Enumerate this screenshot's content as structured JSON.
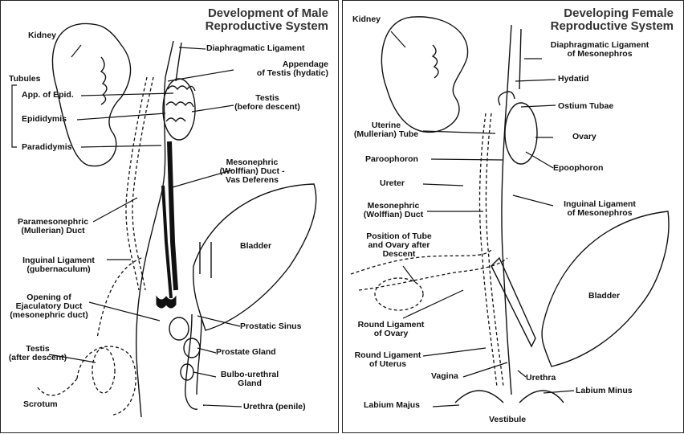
{
  "male": {
    "title_line1": "Development of Male",
    "title_line2": "Reproductive System",
    "labels": {
      "kidney": "Kidney",
      "diaphragmatic_ligament": "Diaphragmatic Ligament",
      "appendage_line1": "Appendage",
      "appendage_line2": "of Testis (hydatic)",
      "tubules": "Tubules",
      "app_of_epid": "App. of Epid.",
      "epididymis": "Epididymis",
      "paradidymis": "Paradidymis",
      "testis_before_line1": "Testis",
      "testis_before_line2": "(before descent)",
      "mesonephric_line1": "Mesonephric",
      "mesonephric_line2": "(Wolffian) Duct -",
      "mesonephric_line3": "Vas Deferens",
      "paramesonephric_line1": "Paramesonephric",
      "paramesonephric_line2": "(Mullerian) Duct",
      "bladder": "Bladder",
      "inguinal_line1": "Inguinal Ligament",
      "inguinal_line2": "(gubernaculum)",
      "opening_line1": "Opening of",
      "opening_line2": "Ejaculatory Duct",
      "opening_line3": "(mesonephric duct)",
      "prostatic_sinus": "Prostatic Sinus",
      "testis_after_line1": "Testis",
      "testis_after_line2": "(after descent)",
      "prostate_gland": "Prostate Gland",
      "bulbo_line1": "Bulbo-urethral",
      "bulbo_line2": "Gland",
      "scrotum": "Scrotum",
      "urethra_penile": "Urethra (penile)"
    }
  },
  "female": {
    "title_line1": "Developing Female",
    "title_line2": "Reproductive System",
    "labels": {
      "kidney": "Kidney",
      "diaphragmatic_line1": "Diaphragmatic Ligament",
      "diaphragmatic_line2": "of Mesonephros",
      "hydatid": "Hydatid",
      "ostium_tubae": "Ostium Tubae",
      "uterine_line1": "Uterine",
      "uterine_line2": "(Mullerian) Tube",
      "ovary": "Ovary",
      "paroophoron": "Paroophoron",
      "epoophoron": "Epoophoron",
      "ureter": "Ureter",
      "inguinal_line1": "Inguinal Ligament",
      "inguinal_line2": "of Mesonephros",
      "mesonephric_line1": "Mesonephric",
      "mesonephric_line2": "(Wolffian) Duct",
      "position_line1": "Position of Tube",
      "position_line2": "and Ovary after",
      "position_line3": "Descent",
      "bladder": "Bladder",
      "round_ovary_line1": "Round Ligament",
      "round_ovary_line2": "of Ovary",
      "round_uterus_line1": "Round Ligament",
      "round_uterus_line2": "of Uterus",
      "vagina": "Vagina",
      "urethra": "Urethra",
      "labium_minus": "Labium Minus",
      "labium_majus": "Labium Majus",
      "vestibule": "Vestibule"
    }
  }
}
